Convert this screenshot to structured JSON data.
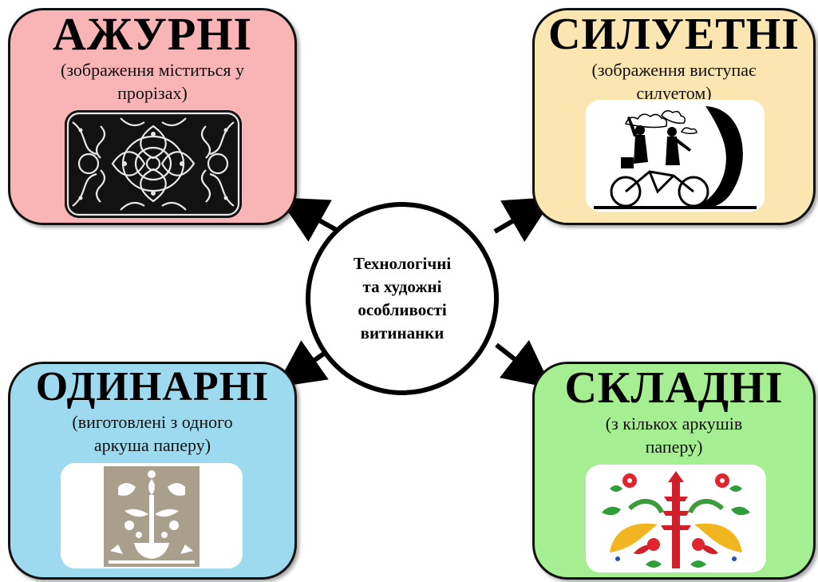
{
  "center": {
    "lines": [
      "Технологічні",
      "та художні",
      "особливості",
      "витинанки"
    ]
  },
  "cards": {
    "top_left": {
      "title": "АЖУРНІ",
      "desc": [
        "(зображення міститься у",
        "прорізах)"
      ],
      "color": "#f9b4b6"
    },
    "top_right": {
      "title": "СИЛУЕТНІ",
      "desc": [
        "(зображення виступає",
        "силуетом)"
      ],
      "color": "#fbe6b2"
    },
    "bottom_left": {
      "title": "ОДИНАРНІ",
      "desc": [
        "(виготовлені з одного",
        "аркуша паперу)"
      ],
      "color": "#9ddaef"
    },
    "bottom_right": {
      "title": "СКЛАДНІ",
      "desc": [
        "(з кількох аркушів",
        "паперу)"
      ],
      "color": "#a5ee92"
    }
  }
}
